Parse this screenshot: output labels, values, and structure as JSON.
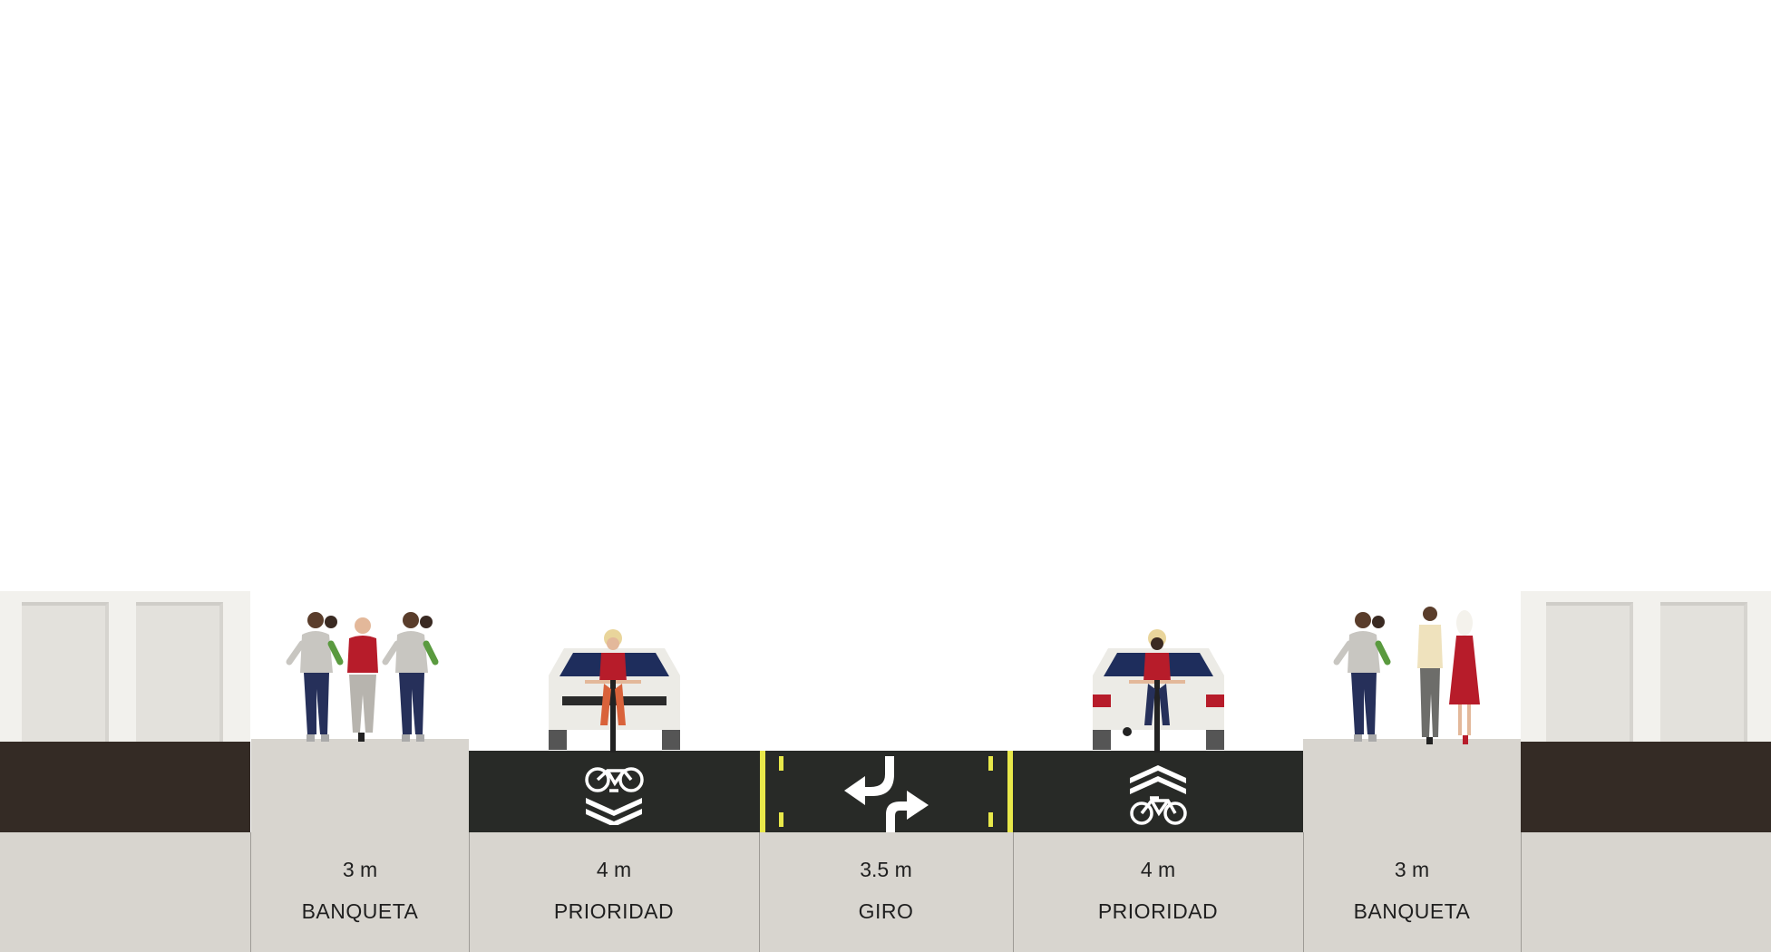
{
  "segments": [
    {
      "width": "3 m",
      "name": "BANQUETA",
      "icon": "pedestrians-icon"
    },
    {
      "width": "4 m",
      "name": "PRIORIDAD",
      "icon": "bike-priority-marking-icon"
    },
    {
      "width": "3.5 m",
      "name": "GIRO",
      "icon": "turn-arrows-icon"
    },
    {
      "width": "4 m",
      "name": "PRIORIDAD",
      "icon": "bike-priority-marking-icon"
    },
    {
      "width": "3 m",
      "name": "BANQUETA",
      "icon": "pedestrians-icon"
    }
  ],
  "colors": {
    "road": "#282a27",
    "sidewalk": "#d8d5cf",
    "lane_line": "#e8e84a",
    "building": "#f2f1ed",
    "building_base": "#342b25"
  }
}
